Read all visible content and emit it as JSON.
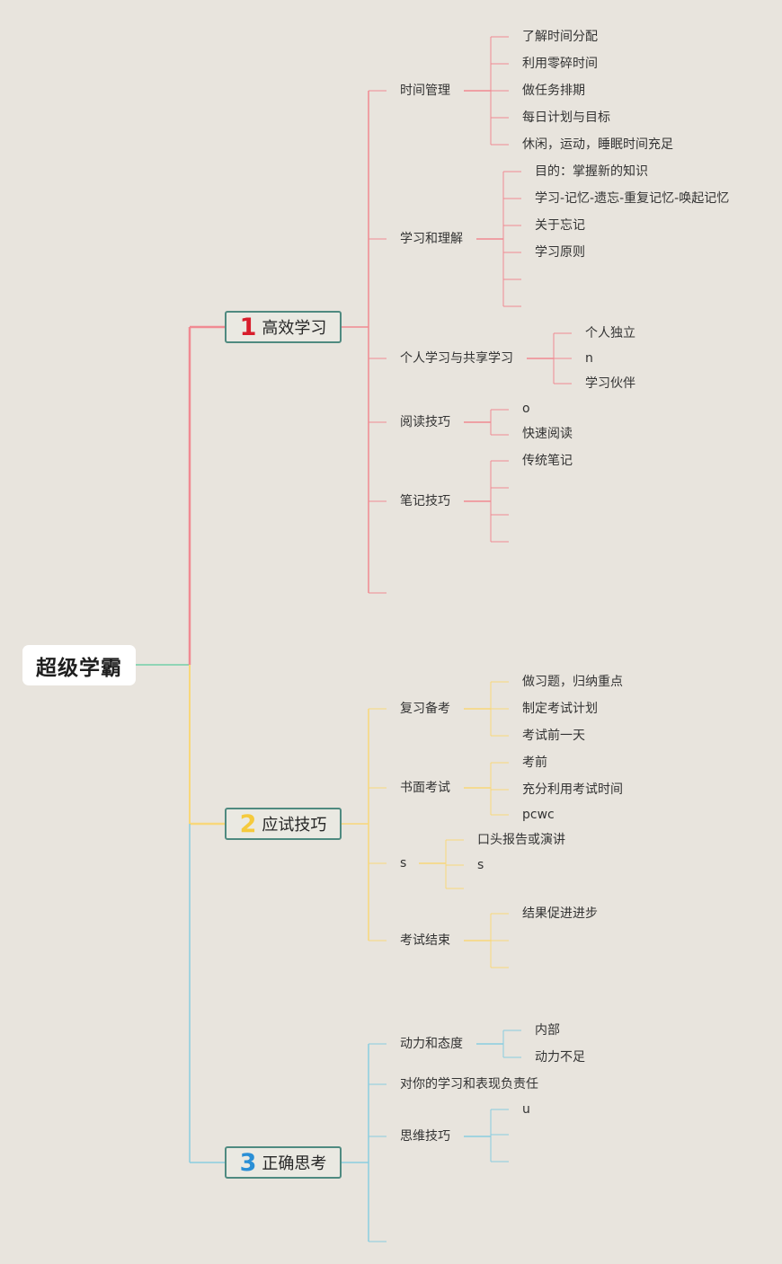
{
  "root": "超级学霸",
  "colors": {
    "red": "#f08a92",
    "yellow": "#f8d77a",
    "blue": "#89cde0",
    "green": "#8fd4b5",
    "box_border": "#4f8a80"
  },
  "branches": [
    {
      "num": "1",
      "num_color": "#d81e2c",
      "label": "高效学习",
      "children": [
        {
          "label": "时间管理",
          "children": [
            "了解时间分配",
            "利用零碎时间",
            "做任务排期",
            "每日计划与目标",
            "休闲，运动，睡眠时间充足"
          ]
        },
        {
          "label": "学习和理解",
          "children": [
            "目的：掌握新的知识",
            "学习-记忆-遗忘-重复记忆-唤起记忆",
            "关于忘记",
            "学习原则",
            "",
            ""
          ]
        },
        {
          "label": "个人学习与共享学习",
          "children": [
            "个人独立",
            "n",
            "学习伙伴"
          ]
        },
        {
          "label": "阅读技巧",
          "children": [
            "o",
            "快速阅读"
          ]
        },
        {
          "label": "笔记技巧",
          "children": [
            "传统笔记",
            "",
            "",
            ""
          ]
        },
        {
          "label": "",
          "children": []
        }
      ]
    },
    {
      "num": "2",
      "num_color": "#f5ca3d",
      "label": "应试技巧",
      "children": [
        {
          "label": "复习备考",
          "children": [
            "做习题，归纳重点",
            "制定考试计划",
            "考试前一天"
          ]
        },
        {
          "label": "书面考试",
          "children": [
            "考前",
            "充分利用考试时间",
            "pcwc"
          ]
        },
        {
          "label": "s",
          "children": [
            "口头报告或演讲",
            "s",
            ""
          ]
        },
        {
          "label": "考试结束",
          "children": [
            "结果促进进步",
            "",
            ""
          ]
        }
      ]
    },
    {
      "num": "3",
      "num_color": "#2a8fd6",
      "label": "正确思考",
      "children": [
        {
          "label": "动力和态度",
          "children": [
            "内部",
            "动力不足"
          ]
        },
        {
          "label": "对你的学习和表现负责任",
          "children": []
        },
        {
          "label": "思维技巧",
          "children": [
            "u",
            "",
            ""
          ]
        },
        {
          "label": "",
          "children": []
        }
      ]
    }
  ]
}
